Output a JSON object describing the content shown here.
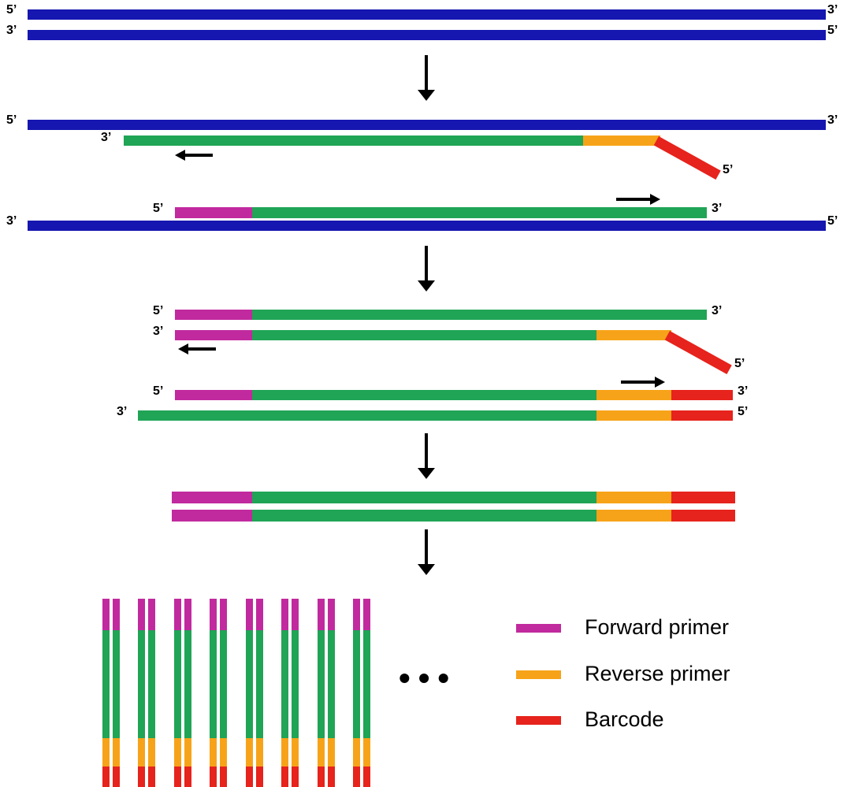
{
  "colors": {
    "dna": "#1616B0",
    "template": "#20A456",
    "forward": "#C12A9E",
    "reverse": "#F7A319",
    "barcode": "#E6231C",
    "ink": "#000000"
  },
  "stage1": {
    "top_strand": {
      "left_label": "5’",
      "right_label": "3’"
    },
    "bottom_strand": {
      "left_label": "3’",
      "right_label": "5’"
    }
  },
  "stage2": {
    "top_template": {
      "left_label": "5’",
      "right_label": "3’"
    },
    "reverse_synthesis": {
      "left_label": "3’",
      "primer_end_label": "5’"
    },
    "forward_synthesis": {
      "left_label": "5’",
      "right_label": "3’"
    },
    "bottom_template": {
      "left_label": "3’",
      "right_label": "5’"
    }
  },
  "stage3": {
    "strand1": {
      "left_label": "5’",
      "right_label": "3’"
    },
    "strand2": {
      "left_label": "3’",
      "primer_end_label": "5’"
    },
    "strand3": {
      "left_label": "5’",
      "right_label": "3’"
    },
    "strand4": {
      "left_label": "3’",
      "right_label": "5’"
    }
  },
  "final_products": {
    "ellipsis": "•••"
  },
  "legend": {
    "items": [
      {
        "label": "Forward primer",
        "color": "#C12A9E"
      },
      {
        "label": "Reverse primer",
        "color": "#F7A319"
      },
      {
        "label": "Barcode",
        "color": "#E6231C"
      }
    ]
  }
}
